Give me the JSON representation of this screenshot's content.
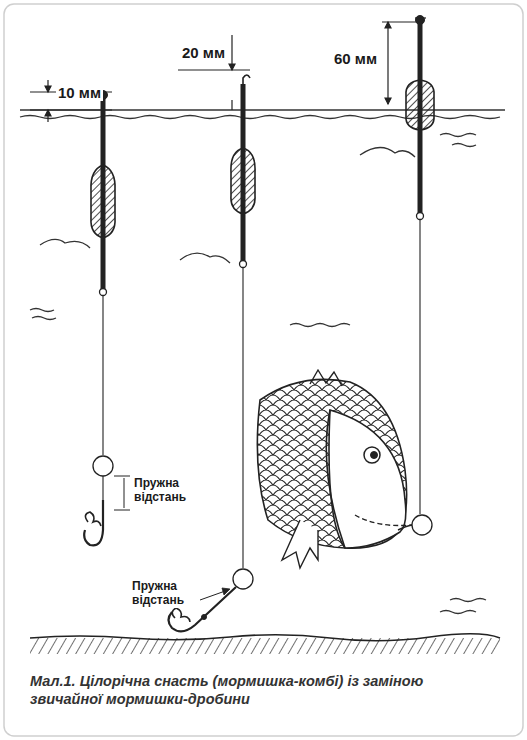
{
  "diagram": {
    "caption": "Мал.1. Цілорічна снасть (мормишка-комбі) із заміною звичайної мормишки-дробини",
    "labels": [
      "10 мм",
      "20 мм",
      "60 мм",
      "Пружна відстань",
      "Пружна відстань"
    ]
  }
}
